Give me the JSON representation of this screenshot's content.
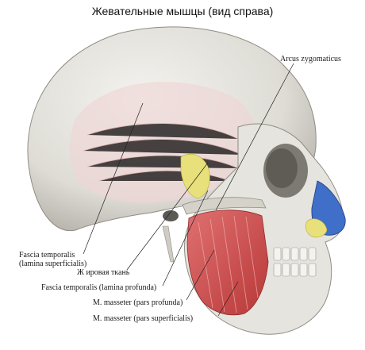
{
  "title": "Жевательные мышцы (вид справа)",
  "labels": {
    "arcus_zygomaticus": "Arcus zygomaticus",
    "fascia_temporalis_superficialis_1": "Fascia temporalis",
    "fascia_temporalis_superficialis_2": "(lamina  superficialis)",
    "adipose_tissue": "Ж ировая ткань",
    "fascia_temporalis_profunda": "Fascia temporalis (lamina profunda)",
    "masseter_profunda": "M. masseter (pars profunda)",
    "masseter_superficialis": "M. masseter (pars  superficialis)"
  },
  "colors": {
    "bone": "#e4e2dc",
    "bone_shadow": "#b9b6ae",
    "muscle": "#c94a4a",
    "fat": "#e8e07a",
    "nasal_cartilage": "#3f6fc8"
  }
}
